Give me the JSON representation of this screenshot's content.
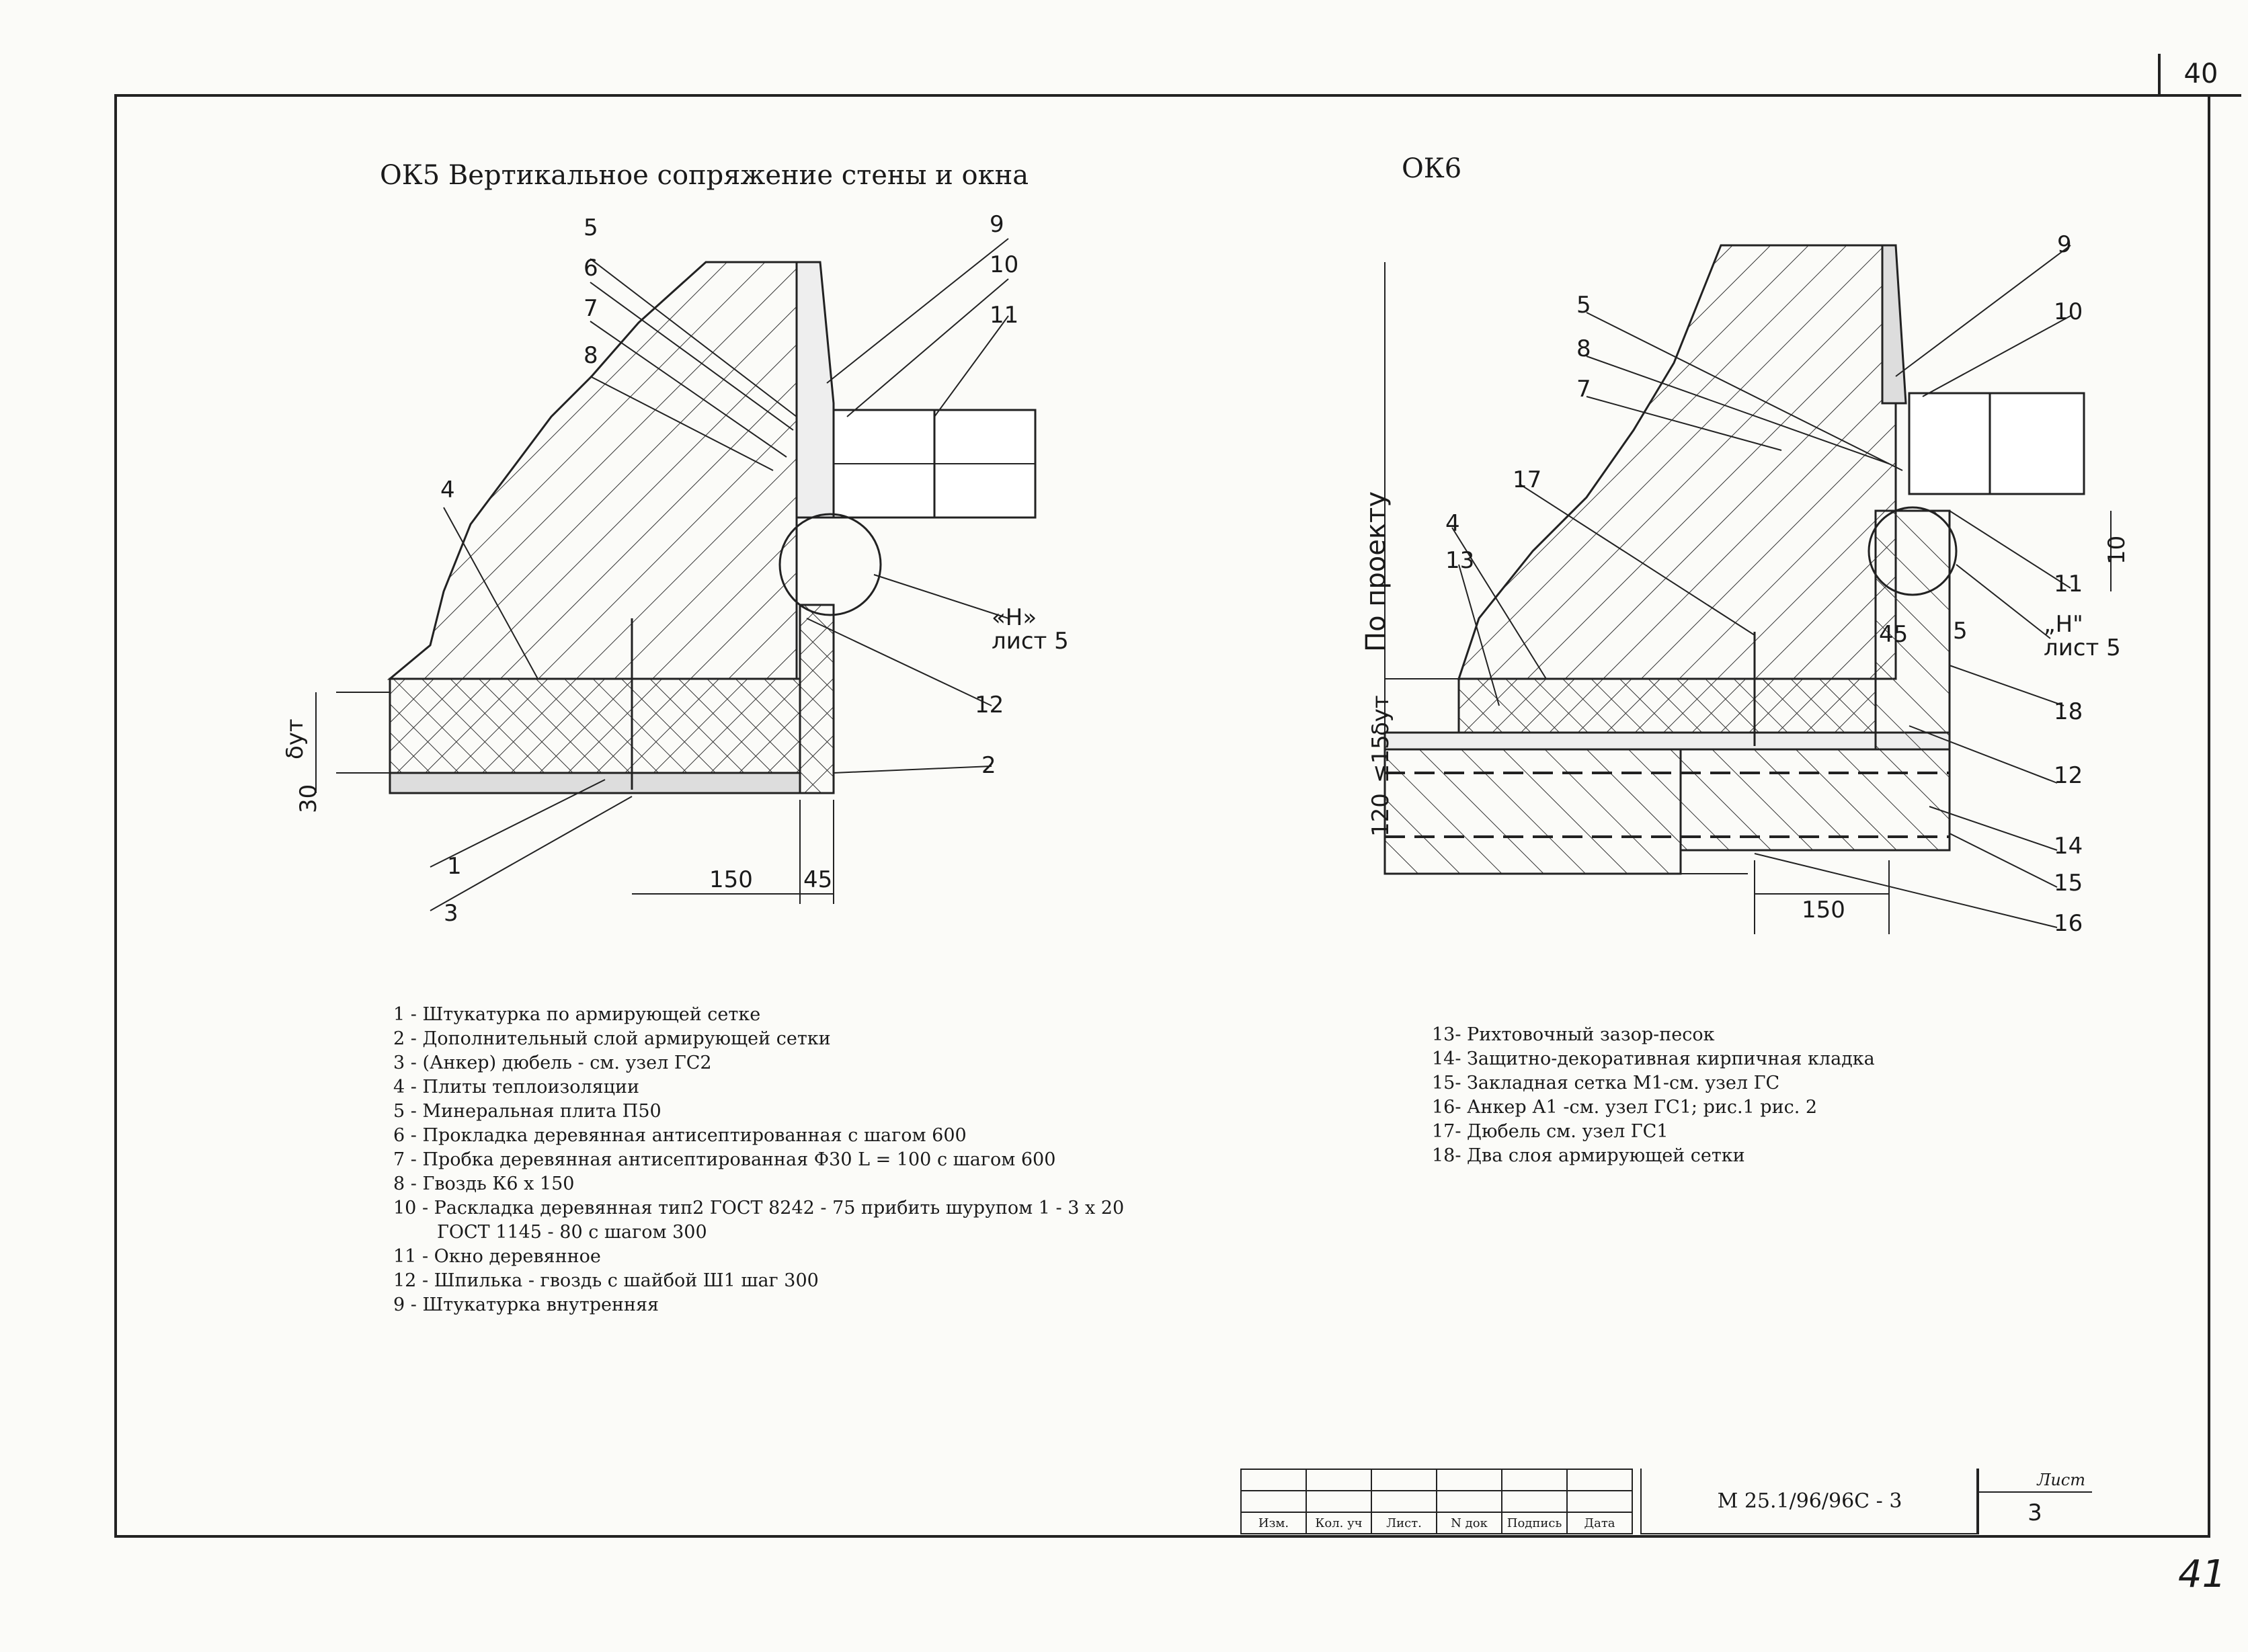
{
  "sheet": {
    "corner_number": "40",
    "handwritten_number": "41"
  },
  "ok5": {
    "title": "ОК5   Вертикальное сопряжение стены и окна",
    "callouts": [
      "5",
      "6",
      "7",
      "8",
      "9",
      "10",
      "11",
      "4",
      "12",
      "2",
      "1",
      "3"
    ],
    "ref_mark": "«Н»",
    "ref_sheet": "лист 5",
    "dims": {
      "thickness": "δут",
      "layer": "30",
      "width_150": "150",
      "width_45": "45"
    }
  },
  "ok6": {
    "title": "ОК6",
    "callouts": [
      "9",
      "5",
      "10",
      "8",
      "7",
      "17",
      "4",
      "13",
      "11",
      "18",
      "12",
      "14",
      "15",
      "16"
    ],
    "ref_mark": "„Н\"",
    "ref_sheet": "лист 5",
    "vertical_label": "По проекту",
    "dims": {
      "thickness": "δут",
      "le15": "≤15",
      "h120": "120",
      "w150": "150",
      "w45": "45",
      "w5": "5",
      "h10": "10"
    }
  },
  "legend_ok5": [
    "1 - Штукатурка по армирующей сетке",
    "2 - Дополнительный слой армирующей сетки",
    "3 - (Анкер) дюбель - см. узел ГС2",
    "4 - Плиты теплоизоляции",
    "5 - Минеральная плита П50",
    "6 - Прокладка деревянная антисептированная с шагом 600",
    "7 - Пробка деревянная антисептированная Ф30 L = 100 с шагом 600",
    "8 - Гвоздь К6 х 150",
    "10 - Раскладка деревянная тип2 ГОСТ 8242 - 75 прибить шурупом 1 - 3 х 20",
    "ГОСТ 1145 - 80 с шагом 300",
    "11 - Окно деревянное",
    "12 - Шпилька - гвоздь с шайбой Ш1 шаг 300",
    "9 - Штукатурка внутренняя"
  ],
  "legend_ok6": [
    "13- Рихтовочный зазор-песок",
    "14- Защитно-декоративная кирпичная кладка",
    "15- Закладная сетка М1-см. узел ГС",
    "16- Анкер А1 -см. узел ГС1; рис.1 рис. 2",
    "17- Дюбель см. узел ГС1",
    "18- Два слоя армирующей сетки"
  ],
  "title_block": {
    "headers": [
      "Изм.",
      "Кол. уч",
      "Лист.",
      "N док",
      "Подпись",
      "Дата"
    ],
    "code": "М 25.1/96/96С - 3",
    "sheet_label": "Лист",
    "sheet_value": "3"
  }
}
